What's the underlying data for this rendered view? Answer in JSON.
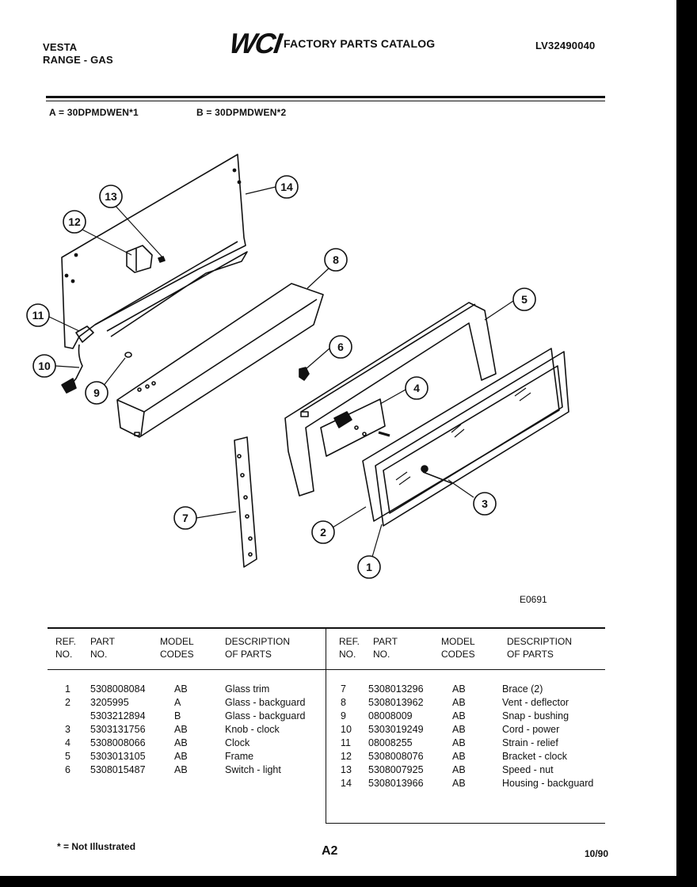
{
  "header": {
    "brand": "VESTA",
    "product": "RANGE - GAS",
    "logo": "WCI",
    "catalog_title": "FACTORY PARTS CATALOG",
    "model_number": "LV32490040",
    "model_a": "A = 30DPMDWEN*1",
    "model_b": "B = 30DPMDWEN*2"
  },
  "callouts": {
    "1": "1",
    "2": "2",
    "3": "3",
    "4": "4",
    "5": "5",
    "6": "6",
    "7": "7",
    "8": "8",
    "9": "9",
    "10": "10",
    "11": "11",
    "12": "12",
    "13": "13",
    "14": "14"
  },
  "diagram_code": "E0691",
  "table": {
    "headers": [
      [
        "REF.",
        "NO."
      ],
      [
        "PART",
        "NO."
      ],
      [
        "MODEL",
        "CODES"
      ],
      [
        "DESCRIPTION",
        "OF PARTS"
      ]
    ],
    "left_rows": [
      {
        "ref": "1",
        "part": "5308008084",
        "codes": "AB",
        "desc": "Glass trim"
      },
      {
        "ref": "2",
        "part": "3205995",
        "codes": "A",
        "desc": "Glass - backguard"
      },
      {
        "ref": "",
        "part": "5303212894",
        "codes": "B",
        "desc": "Glass - backguard"
      },
      {
        "ref": "3",
        "part": "5303131756",
        "codes": "AB",
        "desc": "Knob - clock"
      },
      {
        "ref": "4",
        "part": "5308008066",
        "codes": "AB",
        "desc": "Clock"
      },
      {
        "ref": "5",
        "part": "5303013105",
        "codes": "AB",
        "desc": "Frame"
      },
      {
        "ref": "6",
        "part": "5308015487",
        "codes": "AB",
        "desc": "Switch - light"
      }
    ],
    "right_rows": [
      {
        "ref": "7",
        "part": "5308013296",
        "codes": "AB",
        "desc": "Brace (2)"
      },
      {
        "ref": "8",
        "part": "5308013962",
        "codes": "AB",
        "desc": "Vent - deflector"
      },
      {
        "ref": "9",
        "part": "08008009",
        "codes": "AB",
        "desc": "Snap - bushing"
      },
      {
        "ref": "10",
        "part": "5303019249",
        "codes": "AB",
        "desc": "Cord - power"
      },
      {
        "ref": "11",
        "part": "08008255",
        "codes": "AB",
        "desc": "Strain - relief"
      },
      {
        "ref": "12",
        "part": "5308008076",
        "codes": "AB",
        "desc": "Bracket - clock"
      },
      {
        "ref": "13",
        "part": "5308007925",
        "codes": "AB",
        "desc": "Speed - nut"
      },
      {
        "ref": "14",
        "part": "5308013966",
        "codes": "AB",
        "desc": "Housing - backguard"
      }
    ]
  },
  "footer": {
    "note": "* = Not Illustrated",
    "page": "A2",
    "date": "10/90"
  }
}
